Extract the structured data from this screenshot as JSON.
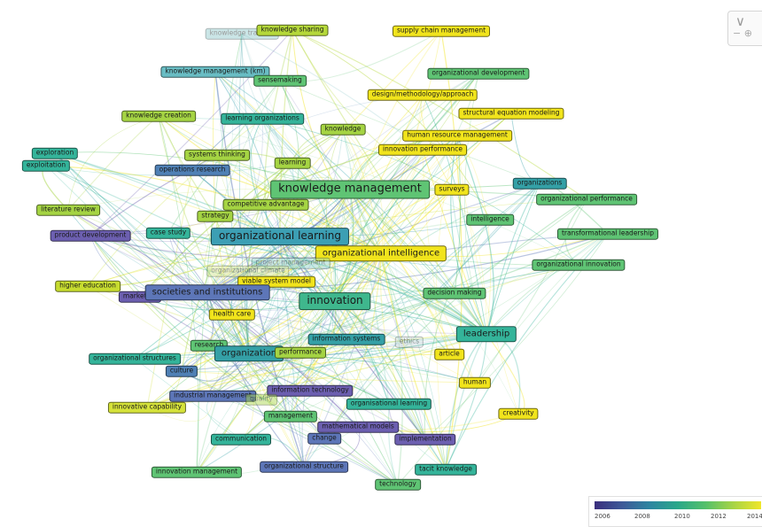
{
  "legend": {
    "ticks": [
      "2006",
      "2008",
      "2010",
      "2012",
      "2014"
    ]
  },
  "nodes": [
    {
      "label": "knowledge transfer",
      "c": "#8cc7c9",
      "s": "s",
      "faded": true
    },
    {
      "label": "knowledge sharing",
      "c": "#b5d83a",
      "s": "s"
    },
    {
      "label": "supply chain management",
      "c": "#f1e41c",
      "s": "s"
    },
    {
      "label": "knowledge management (km)",
      "c": "#69bdc4",
      "s": "s"
    },
    {
      "label": "sensemaking",
      "c": "#5fc474",
      "s": "s"
    },
    {
      "label": "organizational development",
      "c": "#5fc474",
      "s": "s"
    },
    {
      "label": "design/methodology/approach",
      "c": "#f1e41c",
      "s": "s"
    },
    {
      "label": "structural equation modeling",
      "c": "#f1e41c",
      "s": "s"
    },
    {
      "label": "knowledge creation",
      "c": "#a5d443",
      "s": "s"
    },
    {
      "label": "learning organizations",
      "c": "#34b49a",
      "s": "s"
    },
    {
      "label": "knowledge",
      "c": "#a5d443",
      "s": "s"
    },
    {
      "label": "human resource management",
      "c": "#f1e41c",
      "s": "s"
    },
    {
      "label": "innovation performance",
      "c": "#f1e41c",
      "s": "s"
    },
    {
      "label": "exploration",
      "c": "#34b49a",
      "s": "s"
    },
    {
      "label": "exploitation",
      "c": "#34b49a",
      "s": "s"
    },
    {
      "label": "systems thinking",
      "c": "#a5d443",
      "s": "s"
    },
    {
      "label": "learning",
      "c": "#a5d443",
      "s": "s"
    },
    {
      "label": "operations research",
      "c": "#4f80b5",
      "s": "s"
    },
    {
      "label": "knowledge management",
      "c": "#5fc474",
      "s": "xl"
    },
    {
      "label": "surveys",
      "c": "#f1e41c",
      "s": "s"
    },
    {
      "label": "organizations",
      "c": "#34a0a6",
      "s": "s"
    },
    {
      "label": "organizational performance",
      "c": "#5fc474",
      "s": "s"
    },
    {
      "label": "competitive advantage",
      "c": "#a5d443",
      "s": "s"
    },
    {
      "label": "literature review",
      "c": "#a5d443",
      "s": "s"
    },
    {
      "label": "strategy",
      "c": "#a5d443",
      "s": "s"
    },
    {
      "label": "intelligence",
      "c": "#5fc474",
      "s": "s"
    },
    {
      "label": "transformational leadership",
      "c": "#5fc474",
      "s": "s"
    },
    {
      "label": "product development",
      "c": "#6c5fb0",
      "s": "s"
    },
    {
      "label": "case study",
      "c": "#34b49a",
      "s": "s"
    },
    {
      "label": "organizational learning",
      "c": "#3c9fb4",
      "s": "l"
    },
    {
      "label": "organizational intelligence",
      "c": "#f1e41c",
      "s": "m"
    },
    {
      "label": "project management",
      "c": "#8ed0c8",
      "s": "s",
      "faded": true
    },
    {
      "label": "organizational climate",
      "c": "#d7e58c",
      "s": "s",
      "faded": true
    },
    {
      "label": "organizational innovation",
      "c": "#5fc474",
      "s": "s"
    },
    {
      "label": "viable system model",
      "c": "#f1e41c",
      "s": "s"
    },
    {
      "label": "higher education",
      "c": "#c7dc2f",
      "s": "s"
    },
    {
      "label": "marketing",
      "c": "#6c5fb0",
      "s": "s"
    },
    {
      "label": "societies and institutions",
      "c": "#5d76b8",
      "s": "m"
    },
    {
      "label": "innovation",
      "c": "#3fb78d",
      "s": "l"
    },
    {
      "label": "decision making",
      "c": "#5fc474",
      "s": "s"
    },
    {
      "label": "health care",
      "c": "#f1e41c",
      "s": "s"
    },
    {
      "label": "leadership",
      "c": "#34b49a",
      "s": "m"
    },
    {
      "label": "information systems",
      "c": "#34a0a6",
      "s": "s"
    },
    {
      "label": "ethics",
      "c": "#cfdde0",
      "s": "s",
      "faded": true
    },
    {
      "label": "research",
      "c": "#5fc474",
      "s": "s"
    },
    {
      "label": "organization",
      "c": "#34a0a6",
      "s": "m"
    },
    {
      "label": "performance",
      "c": "#a5d443",
      "s": "s"
    },
    {
      "label": "article",
      "c": "#f1e41c",
      "s": "s"
    },
    {
      "label": "organizational structures",
      "c": "#34b49a",
      "s": "s"
    },
    {
      "label": "culture",
      "c": "#4f80b5",
      "s": "s"
    },
    {
      "label": "human",
      "c": "#f1e41c",
      "s": "s"
    },
    {
      "label": "information technology",
      "c": "#6c5fb0",
      "s": "s"
    },
    {
      "label": "industrial management",
      "c": "#5d76b8",
      "s": "s"
    },
    {
      "label": "quality",
      "c": "#a5d443",
      "s": "s",
      "faded": true
    },
    {
      "label": "organisational learning",
      "c": "#34b49a",
      "s": "s"
    },
    {
      "label": "innovative capability",
      "c": "#d5e23a",
      "s": "s"
    },
    {
      "label": "creativity",
      "c": "#f1e41c",
      "s": "s"
    },
    {
      "label": "management",
      "c": "#5fc474",
      "s": "s"
    },
    {
      "label": "mathematical models",
      "c": "#6c5fb0",
      "s": "s"
    },
    {
      "label": "communication",
      "c": "#34b49a",
      "s": "s"
    },
    {
      "label": "change",
      "c": "#5d76b8",
      "s": "s"
    },
    {
      "label": "implementation",
      "c": "#6c5fb0",
      "s": "s"
    },
    {
      "label": "innovation management",
      "c": "#5fc474",
      "s": "s"
    },
    {
      "label": "organizational structure",
      "c": "#5d76b8",
      "s": "s"
    },
    {
      "label": "tacit knowledge",
      "c": "#34b49a",
      "s": "s"
    },
    {
      "label": "technology",
      "c": "#5fc474",
      "s": "s"
    }
  ]
}
